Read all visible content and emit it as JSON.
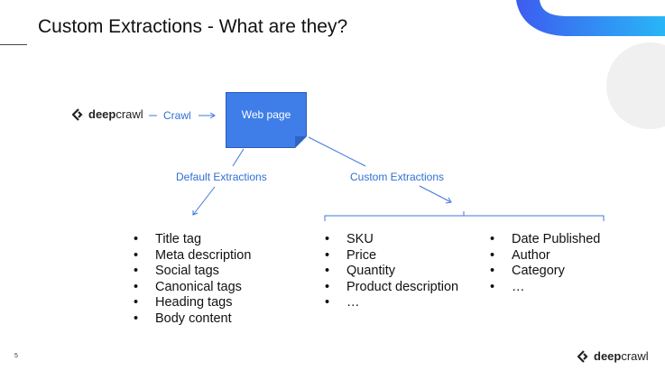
{
  "slide": {
    "title": "Custom Extractions - What are they?",
    "page_number": "5"
  },
  "diagram": {
    "source_logo": {
      "icon": "deepcrawl-logo-icon",
      "part1": "deep",
      "part2": "crawl"
    },
    "crawl_label": "Crawl",
    "webpage_label": "Web page",
    "default_label": "Default Extractions",
    "custom_label": "Custom Extractions",
    "accent_color": "#2F6FD6",
    "box_color": "#3F7EE8"
  },
  "lists": {
    "default": [
      "Title tag",
      "Meta description",
      "Social tags",
      "Canonical tags",
      "Heading tags",
      "Body content"
    ],
    "custom_col1": [
      "SKU",
      "Price",
      "Quantity",
      "Product description",
      "…"
    ],
    "custom_col2": [
      "Date Published",
      "Author",
      "Category",
      "…"
    ]
  },
  "footer": {
    "logo": {
      "icon": "deepcrawl-logo-icon",
      "part1": "deep",
      "part2": "crawl"
    }
  }
}
